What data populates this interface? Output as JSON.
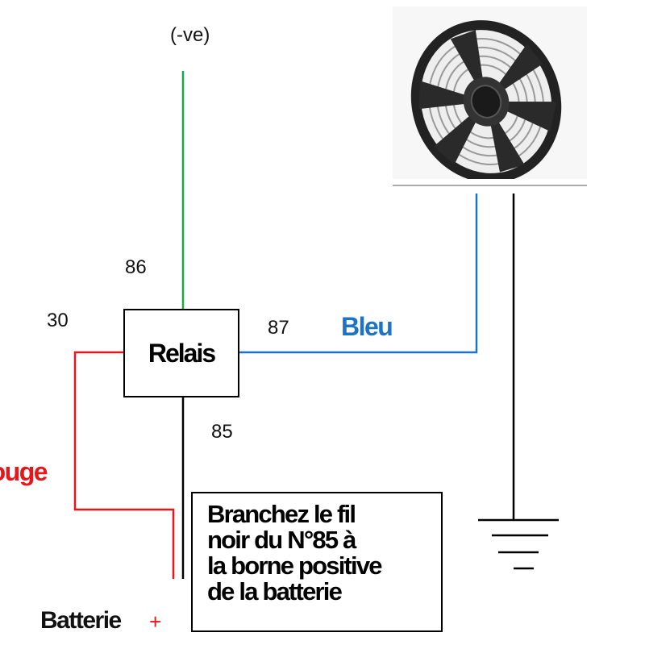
{
  "labels": {
    "neg": "(-ve)",
    "pin86": "86",
    "pin30": "30",
    "pin87": "87",
    "pin85": "85",
    "relay": "Relais",
    "blue_wire": "Bleu",
    "red_wire": "Rouge",
    "battery": "Batterie",
    "battery_sign": "+"
  },
  "note": {
    "lines": [
      "Branchez le fil",
      "noir du N°85 à",
      "la borne positive",
      "de la batterie"
    ]
  },
  "colors": {
    "green": "#1aa84a",
    "blue": "#1b74c4",
    "red": "#e8161b",
    "black": "#000000"
  },
  "image": {
    "icon": "cooling-fan-photo"
  }
}
